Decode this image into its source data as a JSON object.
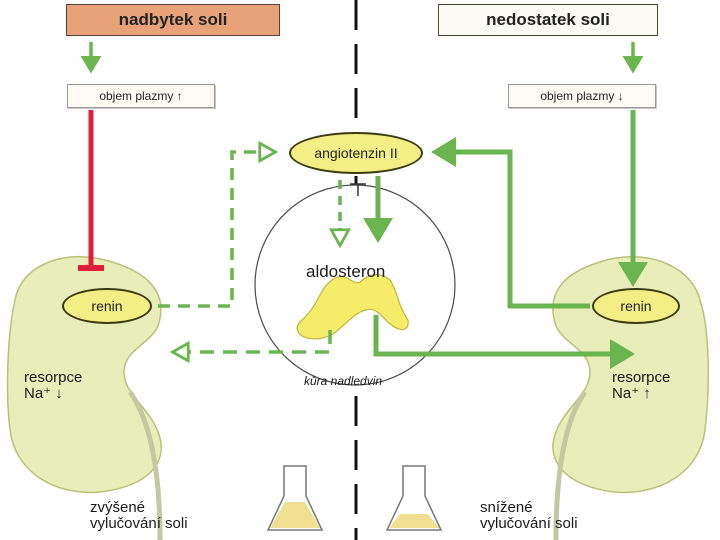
{
  "left_panel": {
    "title": "nadbytek soli",
    "plasma": "objem plazmy ↑",
    "renin": "renin",
    "resorption": "resorpce\nNa⁺ ↓",
    "excretion": "zvýšené\nvylučování soli"
  },
  "right_panel": {
    "title": "nedostatek soli",
    "plasma": "objem plazmy ↓",
    "renin": "renin",
    "resorption": "resorpce\nNa⁺ ↑",
    "excretion": "snížené\nvylučování soli"
  },
  "center": {
    "angiotensin": "angiotenzin II",
    "aldosterone": "aldosteron",
    "adrenal_cortex": "kůra nadledvin"
  },
  "colors": {
    "title_box": "#e7a27a",
    "kidney": "#e9edb9",
    "green_arrow": "#6ab54f",
    "red_arrow": "#e0203a",
    "pill": "#f3ef86",
    "adrenal": "#f5ec6a"
  }
}
